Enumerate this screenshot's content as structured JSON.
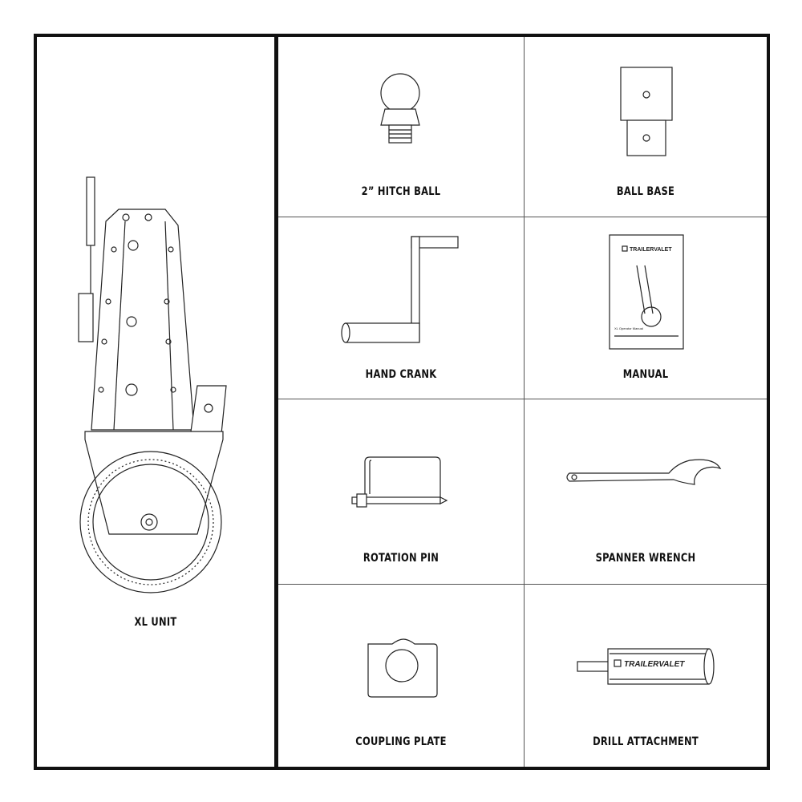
{
  "items": {
    "xl_unit": "XL UNIT",
    "hitch_ball": "2” HITCH BALL",
    "ball_base": "BALL BASE",
    "hand_crank": "HAND CRANK",
    "manual": "MANUAL",
    "rotation_pin": "ROTATION PIN",
    "spanner_wrench": "SPANNER WRENCH",
    "coupling_plate": "COUPLING PLATE",
    "drill_attachment": "DRILL ATTACHMENT"
  },
  "logos": {
    "manual_logo": "TRAILERVALET",
    "drill_logo": "TRAILERVALET",
    "manual_caption": "XL Operator Manual"
  }
}
